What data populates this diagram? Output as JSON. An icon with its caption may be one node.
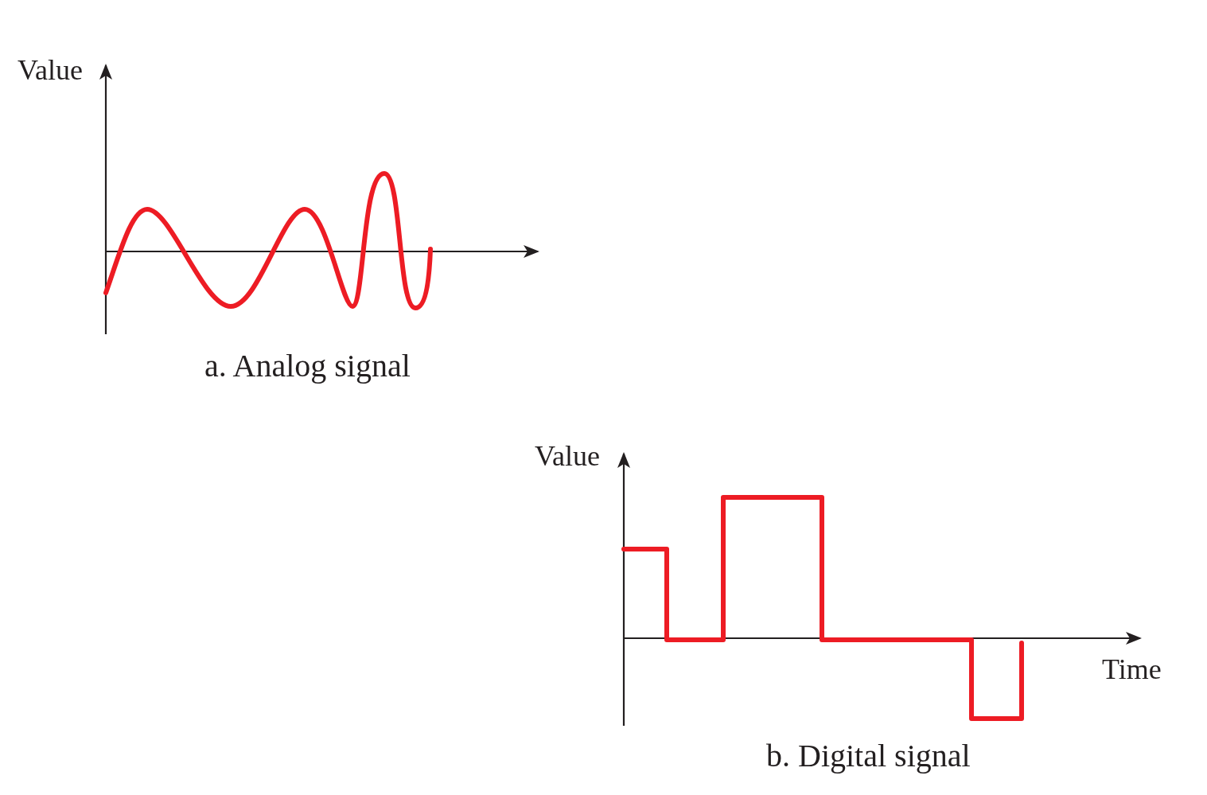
{
  "diagram": {
    "labels": [
      "Value",
      "a. Analog signal",
      "Value",
      "Time",
      "b. Digital signal"
    ]
  }
}
